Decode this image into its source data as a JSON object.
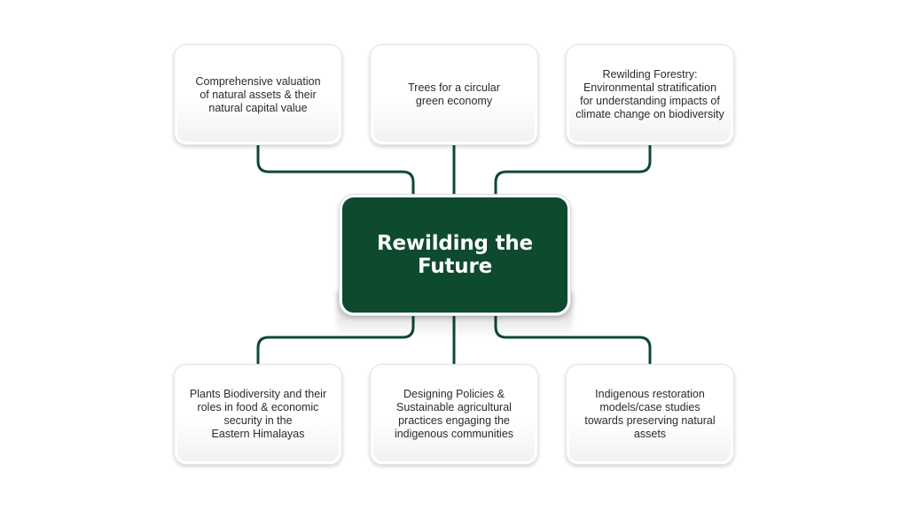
{
  "diagram": {
    "center_title": "Rewilding the Future",
    "top_cards": [
      {
        "text": "Comprehensive valuation\nof natural assets & their\nnatural capital value"
      },
      {
        "text": "Trees for a circular\ngreen economy"
      },
      {
        "text": "Rewilding Forestry:\nEnvironmental stratification\nfor understanding impacts of\nclimate change on biodiversity"
      }
    ],
    "bottom_cards": [
      {
        "text": "Plants Biodiversity and their\nroles in food & economic\nsecurity in the\nEastern Himalayas"
      },
      {
        "text": "Designing Policies &\nSustainable agricultural\npractices engaging the\nindigenous communities"
      },
      {
        "text": "Indigenous restoration\nmodels/case studies\ntowards preserving natural\nassets"
      }
    ],
    "colors": {
      "accent": "#0e4a2e",
      "connector": "#0e4a2e",
      "card_border": "#e4e4e4",
      "text": "#2b2b2b"
    }
  }
}
